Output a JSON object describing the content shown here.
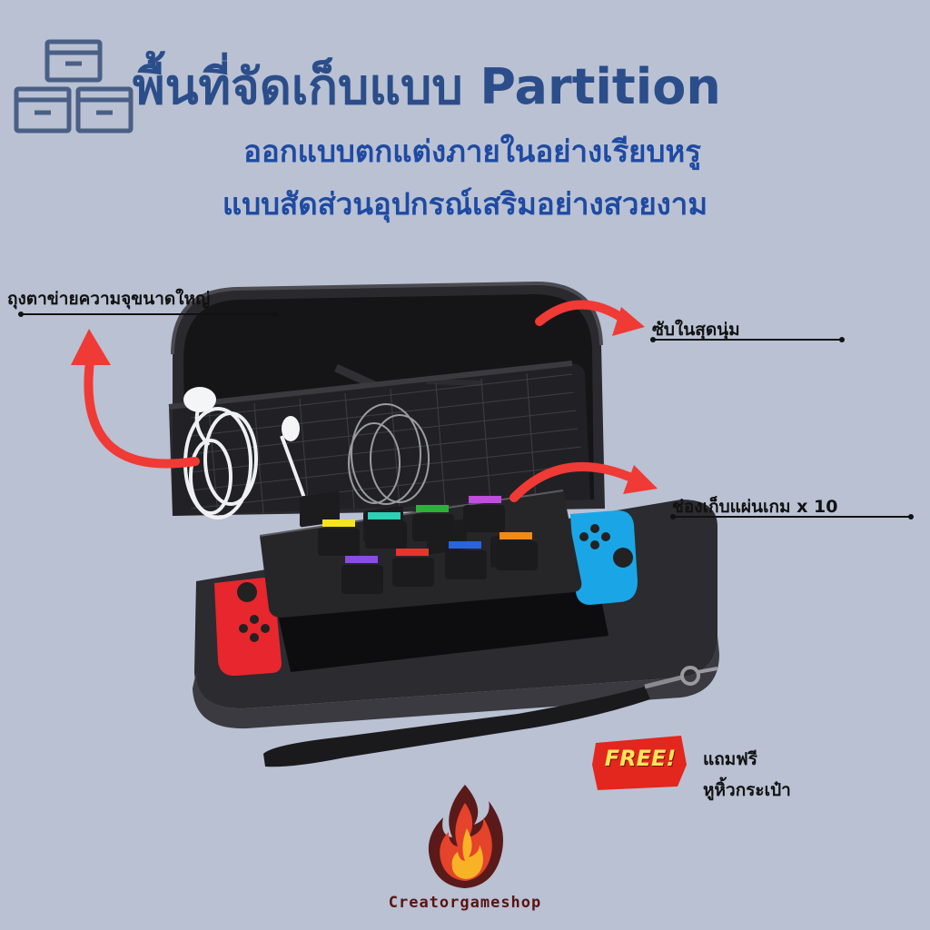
{
  "header": {
    "title": "พื้นที่จัดเก็บแบบ Partition",
    "subtitle_1": "ออกแบบตกแต่งภายในอย่างเรียบหรู",
    "subtitle_2": "แบบสัดส่วนอุปกรณ์เสริมอย่างสวยงาม",
    "icon": "storage-boxes-icon"
  },
  "callouts": {
    "mesh_pocket": "ถุงตาข่ายความจุขนาดใหญ่",
    "soft_lining": "ซับในสุดนุ่ม",
    "game_slots": "ช่องเก็บแผ่นเกม x 10"
  },
  "free_badge": {
    "badge_text": "FREE!",
    "line_1": "แถมฟรี",
    "line_2": "หูหิ้วกระเป๋า"
  },
  "brand": {
    "name": "Creatorgameshop",
    "logo": "flame-logo"
  },
  "colors": {
    "background": "#b9c1d3",
    "title": "#2b4d8a",
    "subtitle": "#1e4aa2",
    "arrow": "#f03a35",
    "joycon_red": "#e8262d",
    "joycon_blue": "#1aa6e6"
  }
}
